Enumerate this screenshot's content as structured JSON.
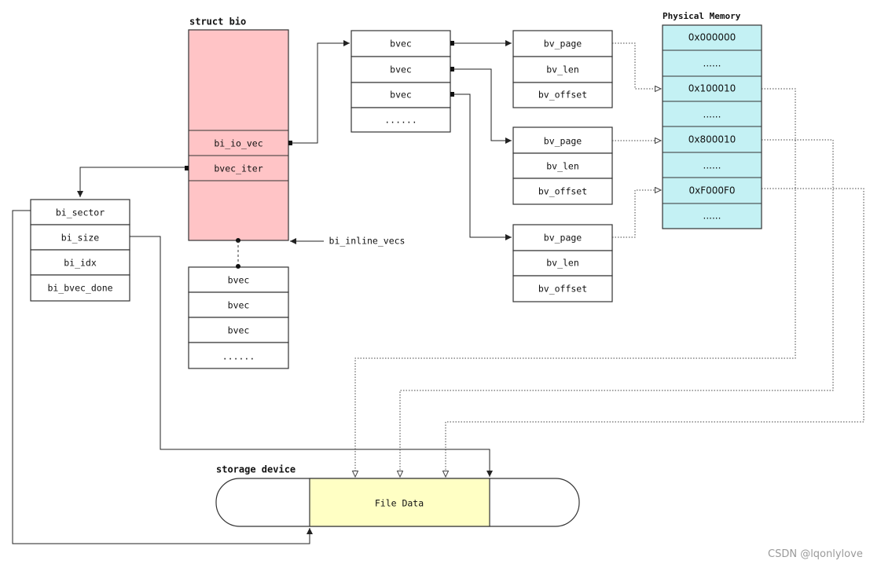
{
  "colors": {
    "struct_bio_fill": "#ffc4c6",
    "physical_memory_fill": "#c4f1f4",
    "file_data_fill": "#ffffc4",
    "box_border": "#333333",
    "watermark": "#9a9a9a"
  },
  "struct_bio": {
    "title": "struct bio",
    "fields": [
      "bi_io_vec",
      "bvec_iter"
    ]
  },
  "bvec_iter_struct": {
    "fields": [
      "bi_sector",
      "bi_size",
      "bi_idx",
      "bi_bvec_done"
    ]
  },
  "inline_vecs": {
    "label": "bi_inline_vecs",
    "rows": [
      "bvec",
      "bvec",
      "bvec",
      "......"
    ]
  },
  "bvec_array": {
    "rows": [
      "bvec",
      "bvec",
      "bvec",
      "......"
    ]
  },
  "bio_vec_structs": [
    {
      "fields": [
        "bv_page",
        "bv_len",
        "bv_offset"
      ]
    },
    {
      "fields": [
        "bv_page",
        "bv_len",
        "bv_offset"
      ]
    },
    {
      "fields": [
        "bv_page",
        "bv_len",
        "bv_offset"
      ]
    }
  ],
  "physical_memory": {
    "title": "Physical Memory",
    "rows": [
      "0x000000",
      "......",
      "0x100010",
      "......",
      "0x800010",
      "......",
      "0xF000F0",
      "......"
    ]
  },
  "storage_device": {
    "title": "storage device",
    "file_data": "File Data"
  },
  "watermark": "CSDN @lqonlylove"
}
